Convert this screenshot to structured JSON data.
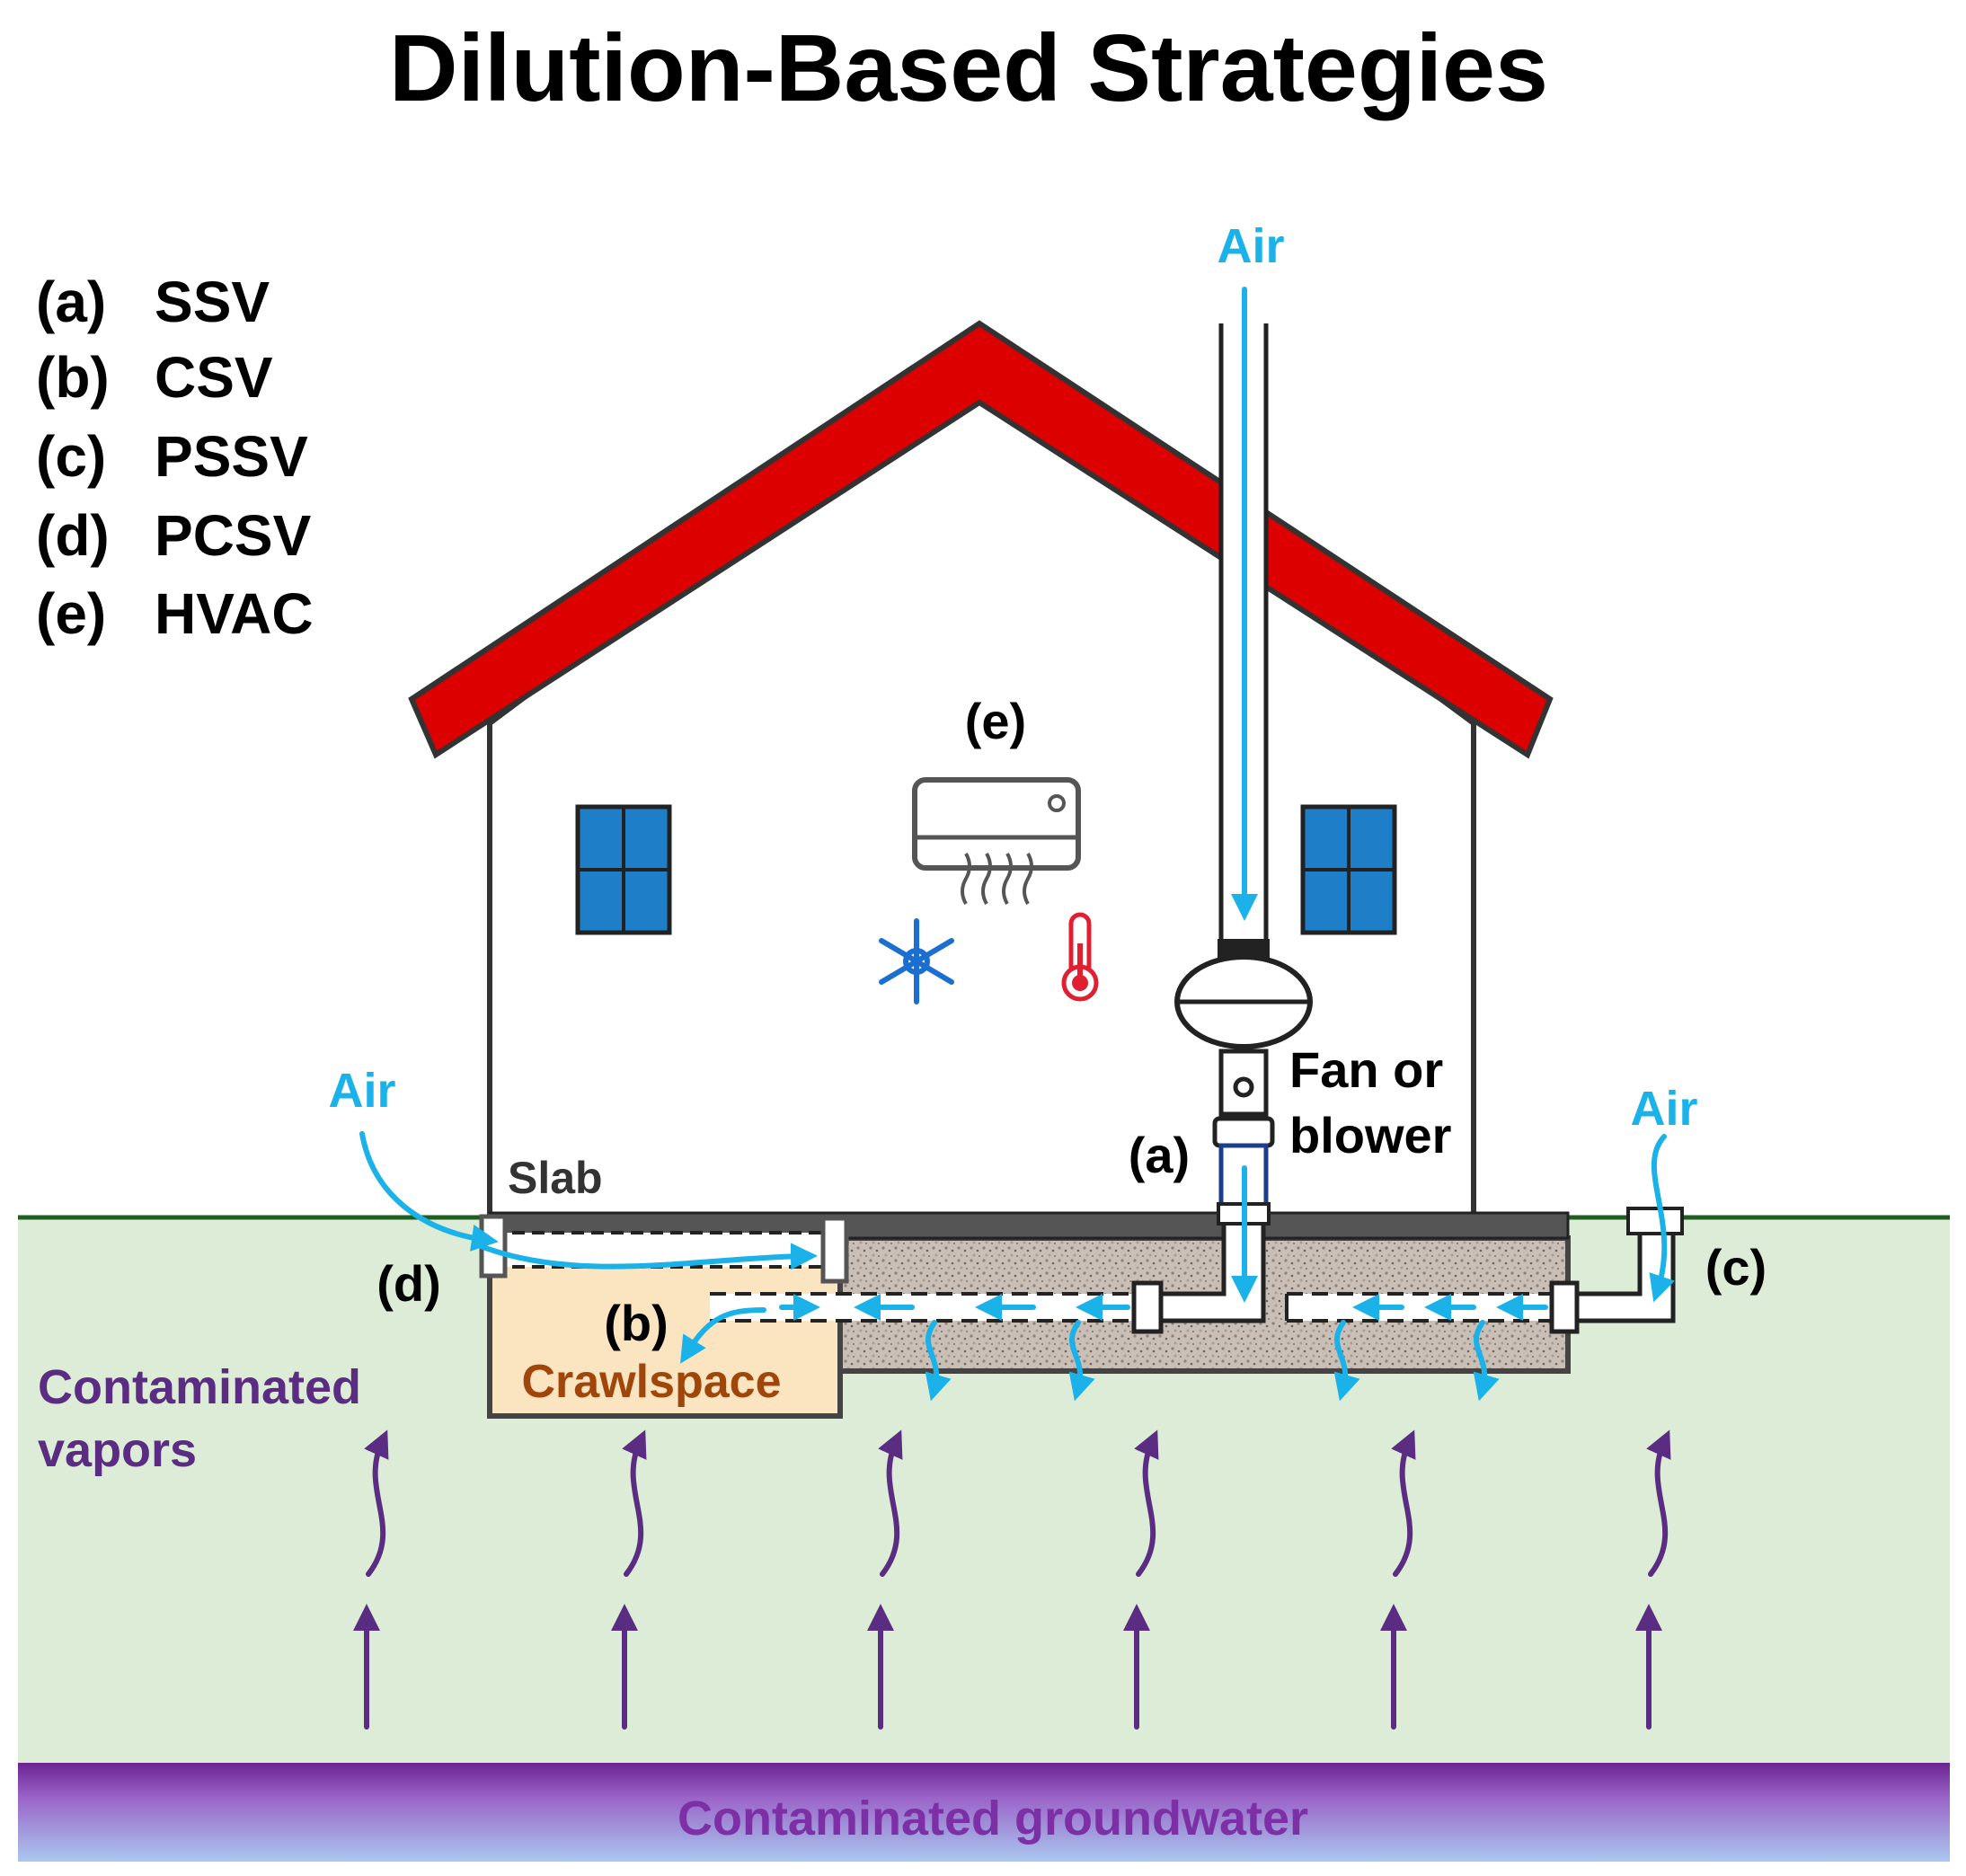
{
  "title": "Dilution-Based Strategies",
  "legend": [
    {
      "key": "(a)",
      "name": "SSV"
    },
    {
      "key": "(b)",
      "name": "CSV"
    },
    {
      "key": "(c)",
      "name": "PSSV"
    },
    {
      "key": "(d)",
      "name": "PCSV"
    },
    {
      "key": "(e)",
      "name": "HVAC"
    }
  ],
  "labels": {
    "air_top": "Air",
    "air_left": "Air",
    "air_right": "Air",
    "slab": "Slab",
    "fan_line1": "Fan or",
    "fan_line2": "blower",
    "label_a": "(a)",
    "label_b": "(b)",
    "label_c": "(c)",
    "label_d": "(d)",
    "label_e": "(e)",
    "crawlspace": "Crawlspace",
    "vapors_line1": "Contaminated",
    "vapors_line2": "vapors",
    "groundwater": "Contaminated groundwater"
  },
  "icons": {
    "hvac_unit": "air-conditioner-icon",
    "cooling": "snowflake-icon",
    "heating": "thermometer-icon",
    "fan": "fan-icon"
  },
  "colors": {
    "roof": "#dd0000",
    "air_arrow": "#1ab2e8",
    "vapor": "#5b2d82",
    "soil": "#dcecd6",
    "groundwater_top": "#7a2fa0",
    "groundwater_bottom": "#a9c8ee",
    "window": "#1e7fc8",
    "crawlspace": "#fbe5c0",
    "crawlspace_text": "#a0460b"
  }
}
